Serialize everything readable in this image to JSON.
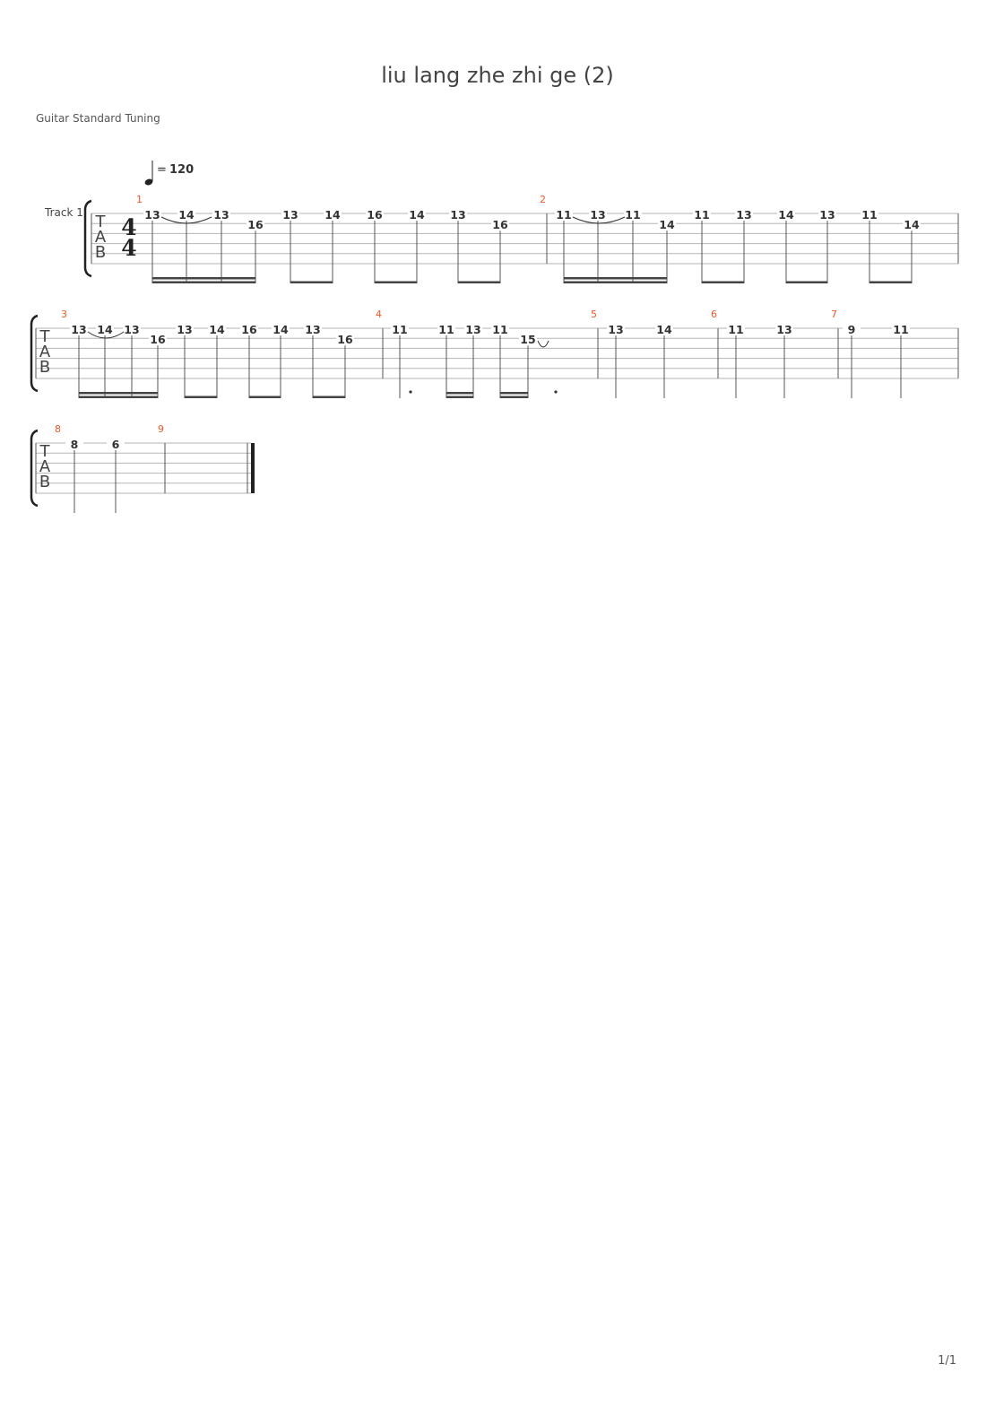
{
  "header": {
    "title": "liu lang zhe zhi ge (2)",
    "tuning": "Guitar Standard Tuning"
  },
  "tempo": {
    "equals": "=",
    "bpm": "120"
  },
  "track": {
    "name": "Track 1",
    "tab_letters": [
      "T",
      "A",
      "B"
    ],
    "time_signature": [
      "4",
      "4"
    ]
  },
  "measures": [
    {
      "number": "1",
      "notes": [
        {
          "fret": "13",
          "string": 1
        },
        {
          "fret": "14",
          "string": 1
        },
        {
          "fret": "13",
          "string": 1
        },
        {
          "fret": "16",
          "string": 2
        },
        {
          "fret": "13",
          "string": 1
        },
        {
          "fret": "14",
          "string": 1
        },
        {
          "fret": "16",
          "string": 1
        },
        {
          "fret": "14",
          "string": 1
        },
        {
          "fret": "13",
          "string": 1
        },
        {
          "fret": "16",
          "string": 2
        }
      ]
    },
    {
      "number": "2",
      "notes": [
        {
          "fret": "11",
          "string": 1
        },
        {
          "fret": "13",
          "string": 1
        },
        {
          "fret": "11",
          "string": 1
        },
        {
          "fret": "14",
          "string": 2
        },
        {
          "fret": "11",
          "string": 1
        },
        {
          "fret": "13",
          "string": 1
        },
        {
          "fret": "14",
          "string": 1
        },
        {
          "fret": "13",
          "string": 1
        },
        {
          "fret": "11",
          "string": 1
        },
        {
          "fret": "14",
          "string": 2
        }
      ]
    },
    {
      "number": "3",
      "notes": [
        {
          "fret": "13",
          "string": 1
        },
        {
          "fret": "14",
          "string": 1
        },
        {
          "fret": "13",
          "string": 1
        },
        {
          "fret": "16",
          "string": 2
        },
        {
          "fret": "13",
          "string": 1
        },
        {
          "fret": "14",
          "string": 1
        },
        {
          "fret": "16",
          "string": 1
        },
        {
          "fret": "14",
          "string": 1
        },
        {
          "fret": "13",
          "string": 1
        },
        {
          "fret": "16",
          "string": 2
        }
      ]
    },
    {
      "number": "4",
      "notes": [
        {
          "fret": "11",
          "string": 1
        },
        {
          "fret": "11",
          "string": 1
        },
        {
          "fret": "13",
          "string": 1
        },
        {
          "fret": "11",
          "string": 1
        },
        {
          "fret": "15",
          "string": 2
        }
      ]
    },
    {
      "number": "5",
      "notes": [
        {
          "fret": "13",
          "string": 1
        },
        {
          "fret": "14",
          "string": 1
        }
      ]
    },
    {
      "number": "6",
      "notes": [
        {
          "fret": "11",
          "string": 1
        },
        {
          "fret": "13",
          "string": 1
        }
      ]
    },
    {
      "number": "7",
      "notes": [
        {
          "fret": "9",
          "string": 1
        },
        {
          "fret": "11",
          "string": 1
        }
      ]
    },
    {
      "number": "8",
      "notes": [
        {
          "fret": "8",
          "string": 1
        },
        {
          "fret": "6",
          "string": 1
        }
      ]
    },
    {
      "number": "9",
      "notes": []
    }
  ],
  "footer": {
    "page": "1/1"
  }
}
